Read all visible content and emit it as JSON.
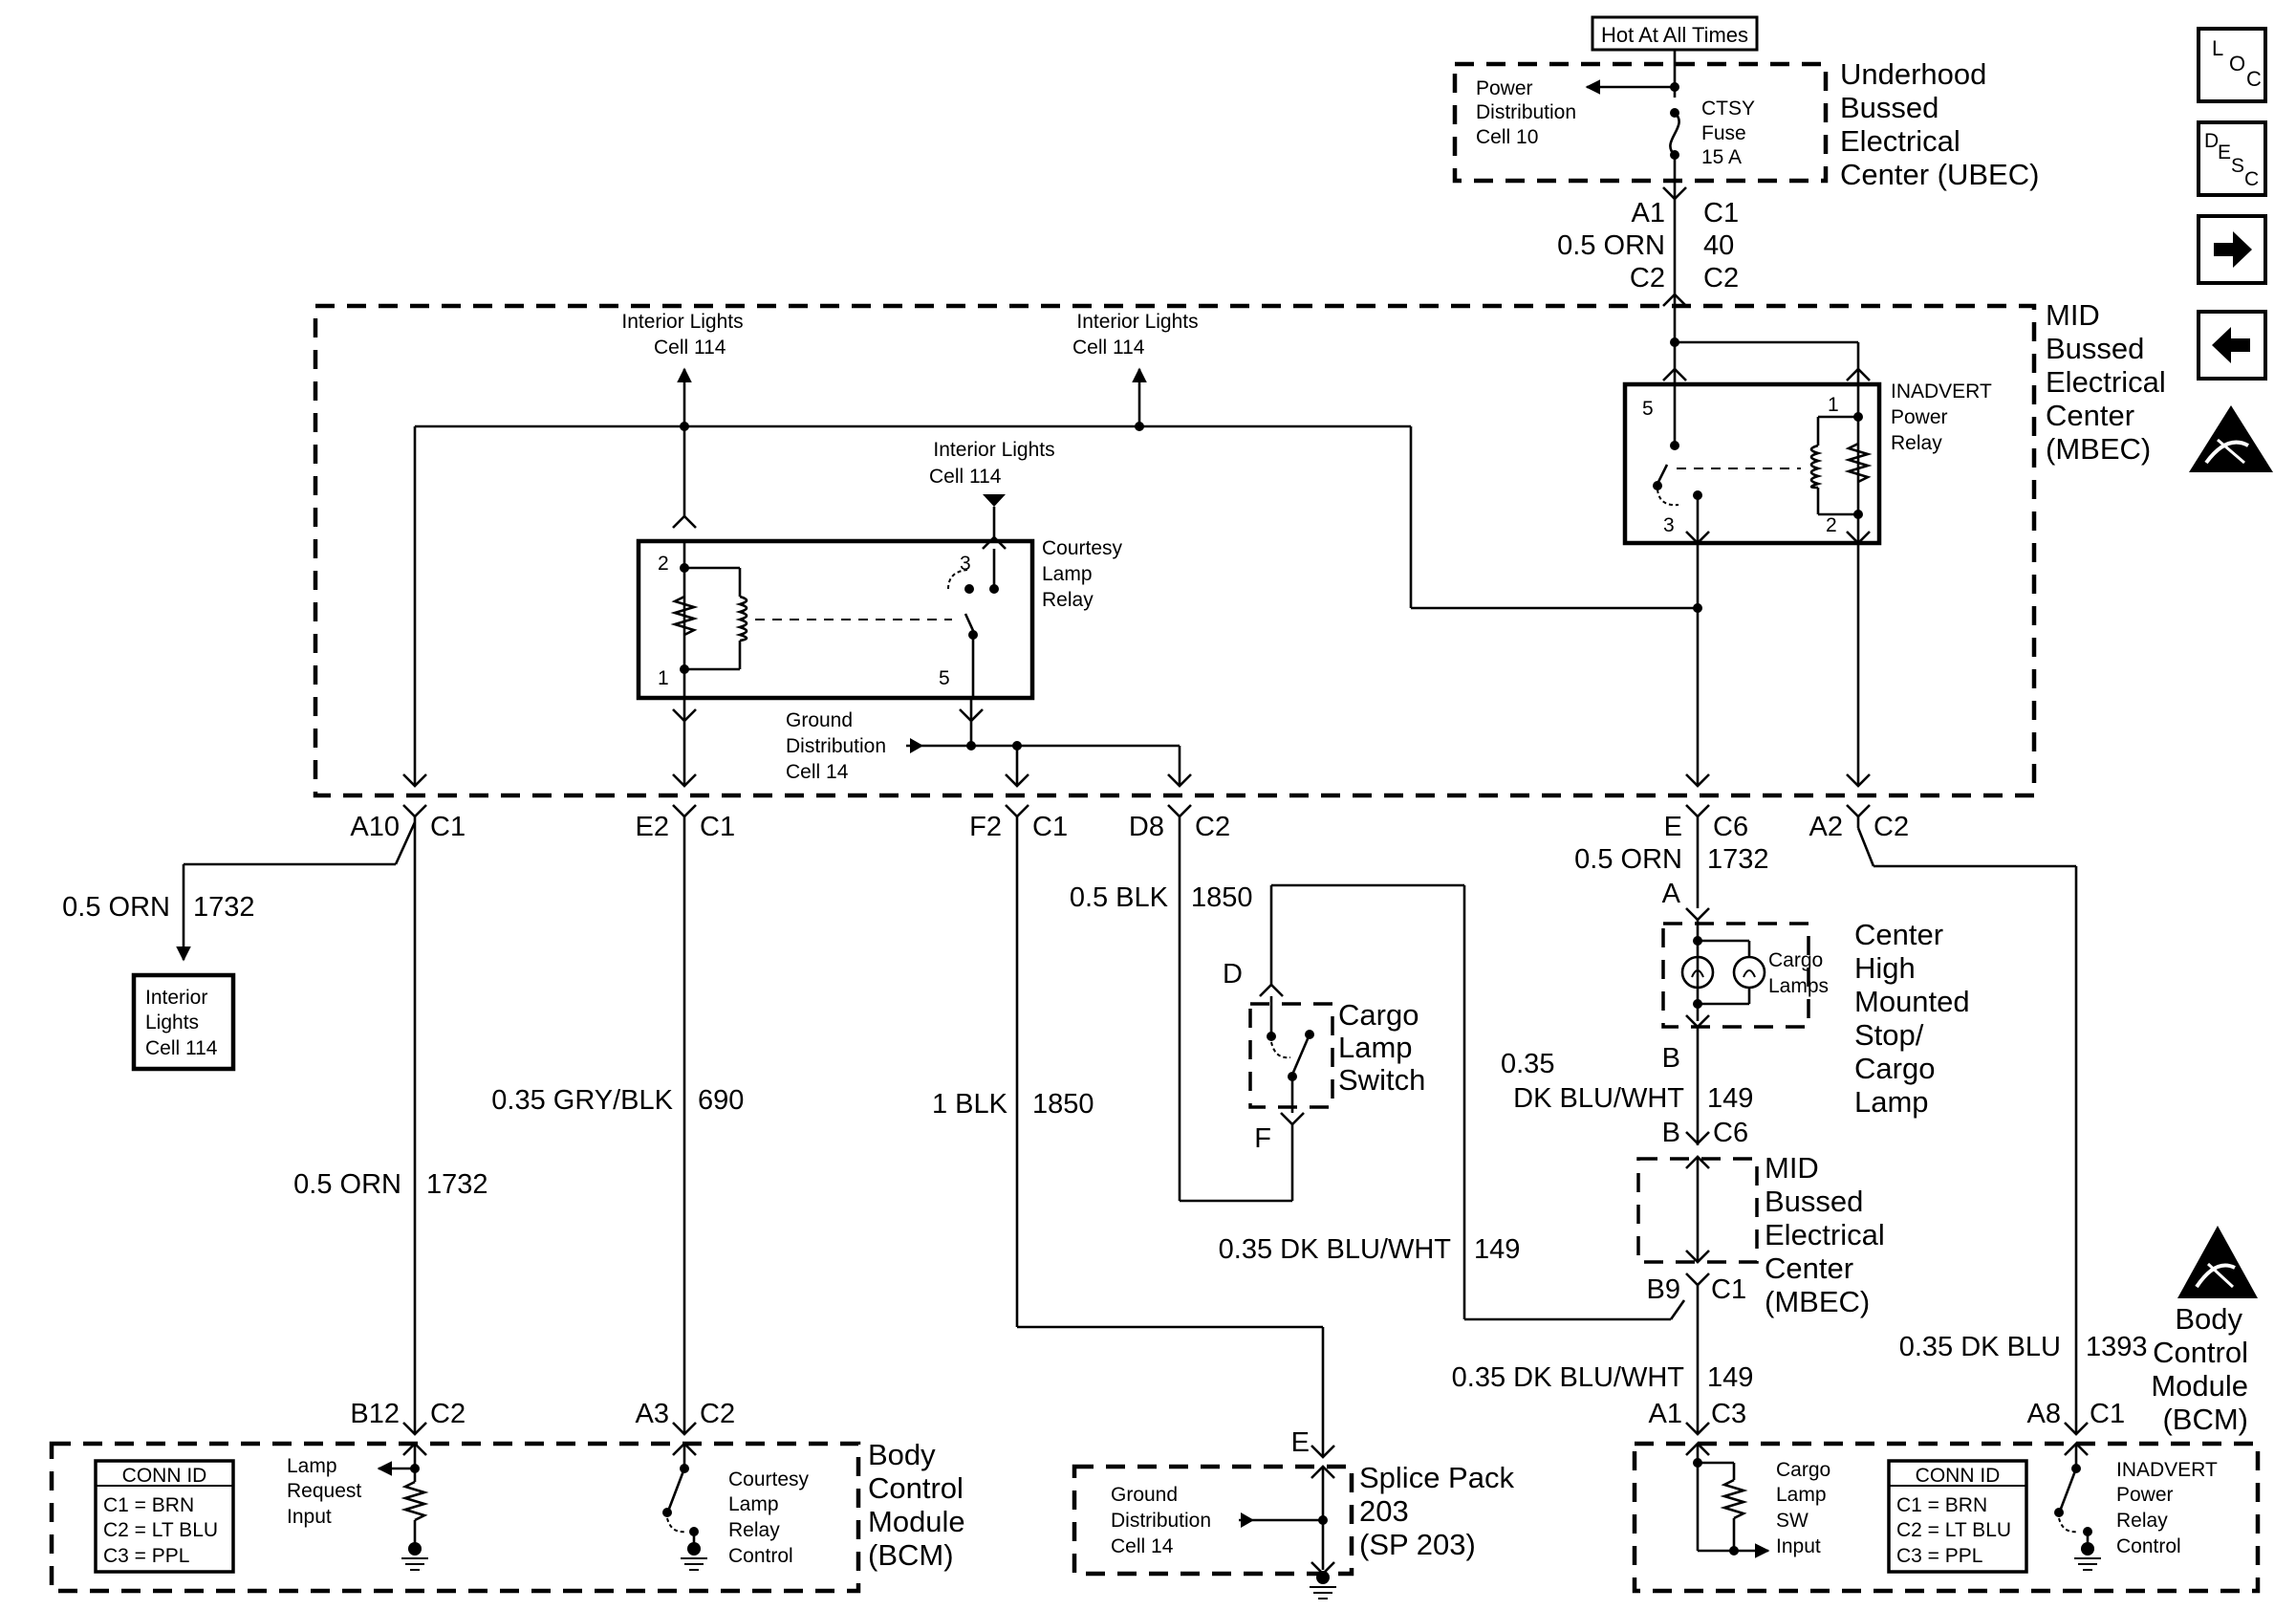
{
  "hot_label": "Hot At All Times",
  "ubec": {
    "title": [
      "Underhood",
      "Bussed",
      "Electrical",
      "Center (UBEC)"
    ],
    "power_dist": [
      "Power",
      "Distribution",
      "Cell 10"
    ],
    "fuse": [
      "CTSY",
      "Fuse",
      "15 A"
    ]
  },
  "top_wire": {
    "pin_left": "A1",
    "pin_right": "C1",
    "wire": "0.5 ORN",
    "circuit": "40",
    "conn_left": "C2",
    "conn_right": "C2"
  },
  "mbec": {
    "title": [
      "MID",
      "Bussed",
      "Electrical",
      "Center",
      "(MBEC)"
    ],
    "interior_lights_1": [
      "Interior Lights",
      "Cell 114"
    ],
    "interior_lights_2": [
      "Interior Lights",
      "Cell 114"
    ],
    "interior_lights_3": [
      "Interior Lights",
      "Cell 114"
    ],
    "courtesy_relay": [
      "Courtesy",
      "Lamp",
      "Relay"
    ],
    "courtesy_pins": [
      "2",
      "1",
      "3",
      "5"
    ],
    "inadvert_relay": [
      "INADVERT",
      "Power",
      "Relay"
    ],
    "inadvert_pins": [
      "5",
      "1",
      "3",
      "2"
    ],
    "ground_dist": [
      "Ground",
      "Distribution",
      "Cell 14"
    ]
  },
  "connectors": {
    "a10": [
      "A10",
      "C1"
    ],
    "e2": [
      "E2",
      "C1"
    ],
    "f2": [
      "F2",
      "C1"
    ],
    "d8": [
      "D8",
      "C2"
    ],
    "e_c6": [
      "E",
      "C6"
    ],
    "a2_c2": [
      "A2",
      "C2"
    ]
  },
  "wires": {
    "orn_left": [
      "0.5 ORN",
      "1732"
    ],
    "orn_bcm": [
      "0.5 ORN",
      "1732"
    ],
    "gry": [
      "0.35 GRY/BLK",
      "690"
    ],
    "blk1": [
      "1 BLK",
      "1850"
    ],
    "blk05": [
      "0.5 BLK",
      "1850"
    ],
    "orn_right": [
      "0.5 ORN",
      "1732"
    ],
    "dkblu_chmsl": [
      "0.35",
      "DK BLU/WHT",
      "149"
    ],
    "dkblu_mid": [
      "0.35 DK BLU/WHT",
      "149"
    ],
    "dkblu_low": [
      "0.35 DK BLU/WHT",
      "149"
    ],
    "dkblu_1393": [
      "0.35 DK BLU",
      "1393"
    ]
  },
  "interior_lights_box": [
    "Interior",
    "Lights",
    "Cell 114"
  ],
  "cargo_switch": {
    "label": [
      "Cargo",
      "Lamp",
      "Switch"
    ],
    "pin_top": "D",
    "pin_bottom": "F"
  },
  "chmsl": {
    "label": [
      "Center",
      "High",
      "Mounted",
      "Stop/",
      "Cargo",
      "Lamp"
    ],
    "lamps": [
      "Cargo",
      "Lamps"
    ],
    "pin_a": "A",
    "pin_b": "B"
  },
  "b_c6": [
    "B",
    "C6"
  ],
  "mbec2": {
    "title": [
      "MID",
      "Bussed",
      "Electrical",
      "Center",
      "(MBEC)"
    ],
    "pins": [
      "B9",
      "C1"
    ]
  },
  "bcm_left": {
    "pins_b12": [
      "B12",
      "C2"
    ],
    "pins_a3": [
      "A3",
      "C2"
    ],
    "conn_id": [
      "CONN ID",
      "C1 = BRN",
      "C2 = LT BLU",
      "C3 = PPL"
    ],
    "lamp_request": [
      "Lamp",
      "Request",
      "Input"
    ],
    "courtesy_ctrl": [
      "Courtesy",
      "Lamp",
      "Relay",
      "Control"
    ],
    "title": [
      "Body",
      "Control",
      "Module",
      "(BCM)"
    ]
  },
  "splice": {
    "pin": "E",
    "ground": [
      "Ground",
      "Distribution",
      "Cell 14"
    ],
    "title": [
      "Splice Pack",
      "203",
      "(SP 203)"
    ]
  },
  "bcm_right": {
    "pins_a1": [
      "A1",
      "C3"
    ],
    "pins_a8": [
      "A8",
      "C1"
    ],
    "cargo_sw": [
      "Cargo",
      "Lamp",
      "SW",
      "Input"
    ],
    "conn_id": [
      "CONN ID",
      "C1 = BRN",
      "C2 = LT BLU",
      "C3 = PPL"
    ],
    "inadvert_ctrl": [
      "INADVERT",
      "Power",
      "Relay",
      "Control"
    ],
    "title": [
      "Body",
      "Control",
      "Module",
      "(BCM)"
    ]
  },
  "nav_icons": [
    "loc-icon",
    "desc-icon",
    "next-arrow-icon",
    "prev-arrow-icon",
    "esd-icon"
  ],
  "nav_loc": [
    "L",
    "O",
    "C"
  ],
  "nav_desc": [
    "D",
    "E",
    "S",
    "C"
  ]
}
